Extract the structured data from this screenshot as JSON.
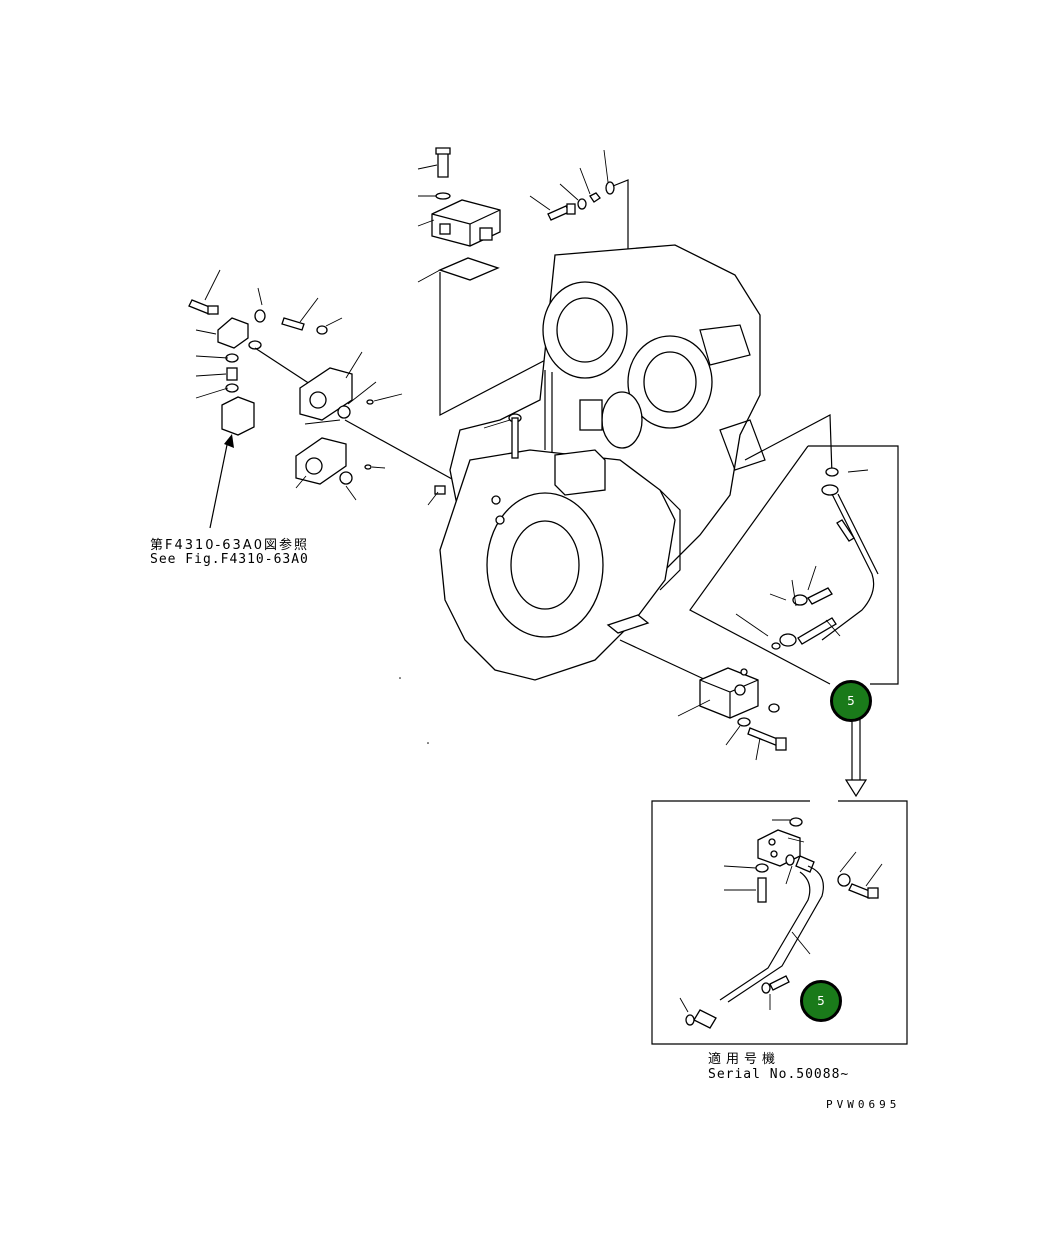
{
  "references": {
    "left_ref_jp": "第F4310-63A0図参照",
    "left_ref_en": "See Fig.F4310-63A0"
  },
  "serial_box": {
    "label_jp": "適用号機",
    "label_en": "Serial No.50088~"
  },
  "badges": {
    "main": "5",
    "inset": "5"
  },
  "drawing_code": "PVW0695",
  "colors": {
    "badge_fill": "#1a7a1a",
    "line": "#000000"
  }
}
